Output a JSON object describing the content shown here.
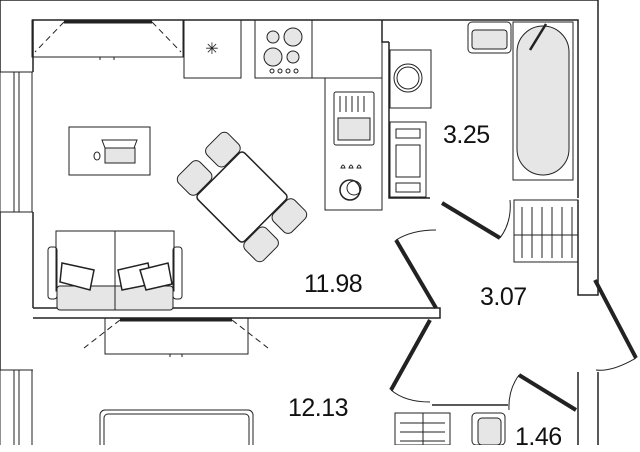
{
  "plan": {
    "rooms": [
      {
        "id": "living-kitchen",
        "area": "11.98"
      },
      {
        "id": "bathroom",
        "area": "3.25"
      },
      {
        "id": "hallway",
        "area": "3.07"
      },
      {
        "id": "bedroom",
        "area": "12.13"
      },
      {
        "id": "wc",
        "area": "1.46"
      }
    ],
    "colors": {
      "line": "#222222",
      "fixture_fill": "#e6e6e6",
      "background": "#ffffff"
    }
  }
}
